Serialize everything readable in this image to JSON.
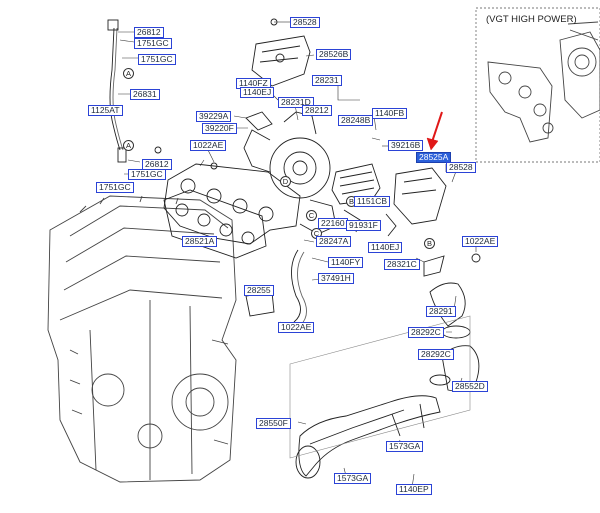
{
  "inset": {
    "title": "(VGT HIGH POWER)"
  },
  "letters": [
    "A",
    "A",
    "D",
    "C",
    "C",
    "B",
    "B"
  ],
  "labels": [
    "28528",
    "28526B",
    "26812",
    "1751GC",
    "1751GC",
    "26831",
    "1140FZ",
    "1140EJ",
    "28231",
    "28231D",
    "28212",
    "1125AT",
    "39229A",
    "39220F",
    "28248B",
    "1140FB",
    "1022AE",
    "26812",
    "1751GC",
    "1751GC",
    "39216B",
    "28525A",
    "28528",
    "28521A",
    "1151CB",
    "22160",
    "91931F",
    "1140EJ",
    "28247A",
    "1140FY",
    "37491H",
    "28321C",
    "1022AE",
    "28255",
    "1022AE",
    "28291",
    "28292C",
    "28292C",
    "28552D",
    "28550F",
    "1573GA",
    "1573GA",
    "1140EP"
  ],
  "highlight_color": "#2a5fd9",
  "label_border_color": "#2b43d6",
  "arrow_color": "#e01818"
}
